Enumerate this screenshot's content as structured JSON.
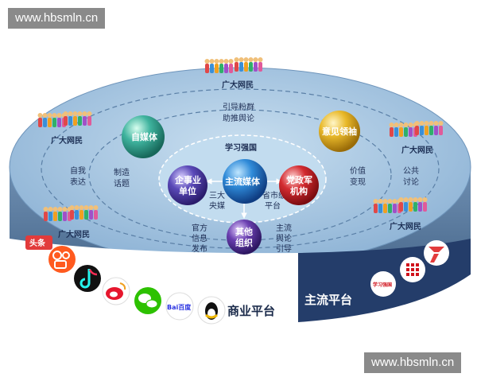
{
  "watermark": {
    "top_left": "www.hbsmln.cn",
    "bottom_right": "www.hbsmln.cn"
  },
  "crowds": {
    "label": "广大网民"
  },
  "spheres": {
    "mainstream": "主流媒体",
    "self_media": "自媒体",
    "opinion_leader": "意见领袖",
    "enterprise": [
      "企事业",
      "单位"
    ],
    "party_gov": [
      "党政军",
      "机构"
    ],
    "other_org": [
      "其他",
      "组织"
    ]
  },
  "labels": {
    "guide_top": [
      "引导粉群",
      "助推舆论"
    ],
    "study": "学习强国",
    "self_express": [
      "自我",
      "表达"
    ],
    "make_topics": [
      "制造",
      "话题"
    ],
    "value_realize": [
      "价值",
      "变现"
    ],
    "public_discuss": [
      "公共",
      "讨论"
    ],
    "three_central": [
      "三大",
      "央媒"
    ],
    "provincial": [
      "省市级",
      "平台"
    ],
    "official_release": [
      "官方",
      "信息",
      "发布"
    ],
    "mainstream_guide": [
      "主流",
      "舆论",
      "引导"
    ]
  },
  "band": {
    "commercial": "商业平台",
    "mainstream": "主流平台"
  },
  "apps": {
    "toutiao": "头条",
    "baidu": "Bai百度",
    "xuexi": "学习强国"
  },
  "colors": {
    "disc_top": "#aac8e2",
    "disc_side": "#4d6f93",
    "band_left": "#ffffff",
    "band_right": "#243d6a",
    "sphere_mainstream": "#1e6fc4",
    "sphere_self": "#2f9b8a",
    "sphere_leader": "#e2b424",
    "sphere_enterprise": "#4a3aa6",
    "sphere_party": "#c8242a",
    "sphere_other": "#5a3a9a"
  }
}
